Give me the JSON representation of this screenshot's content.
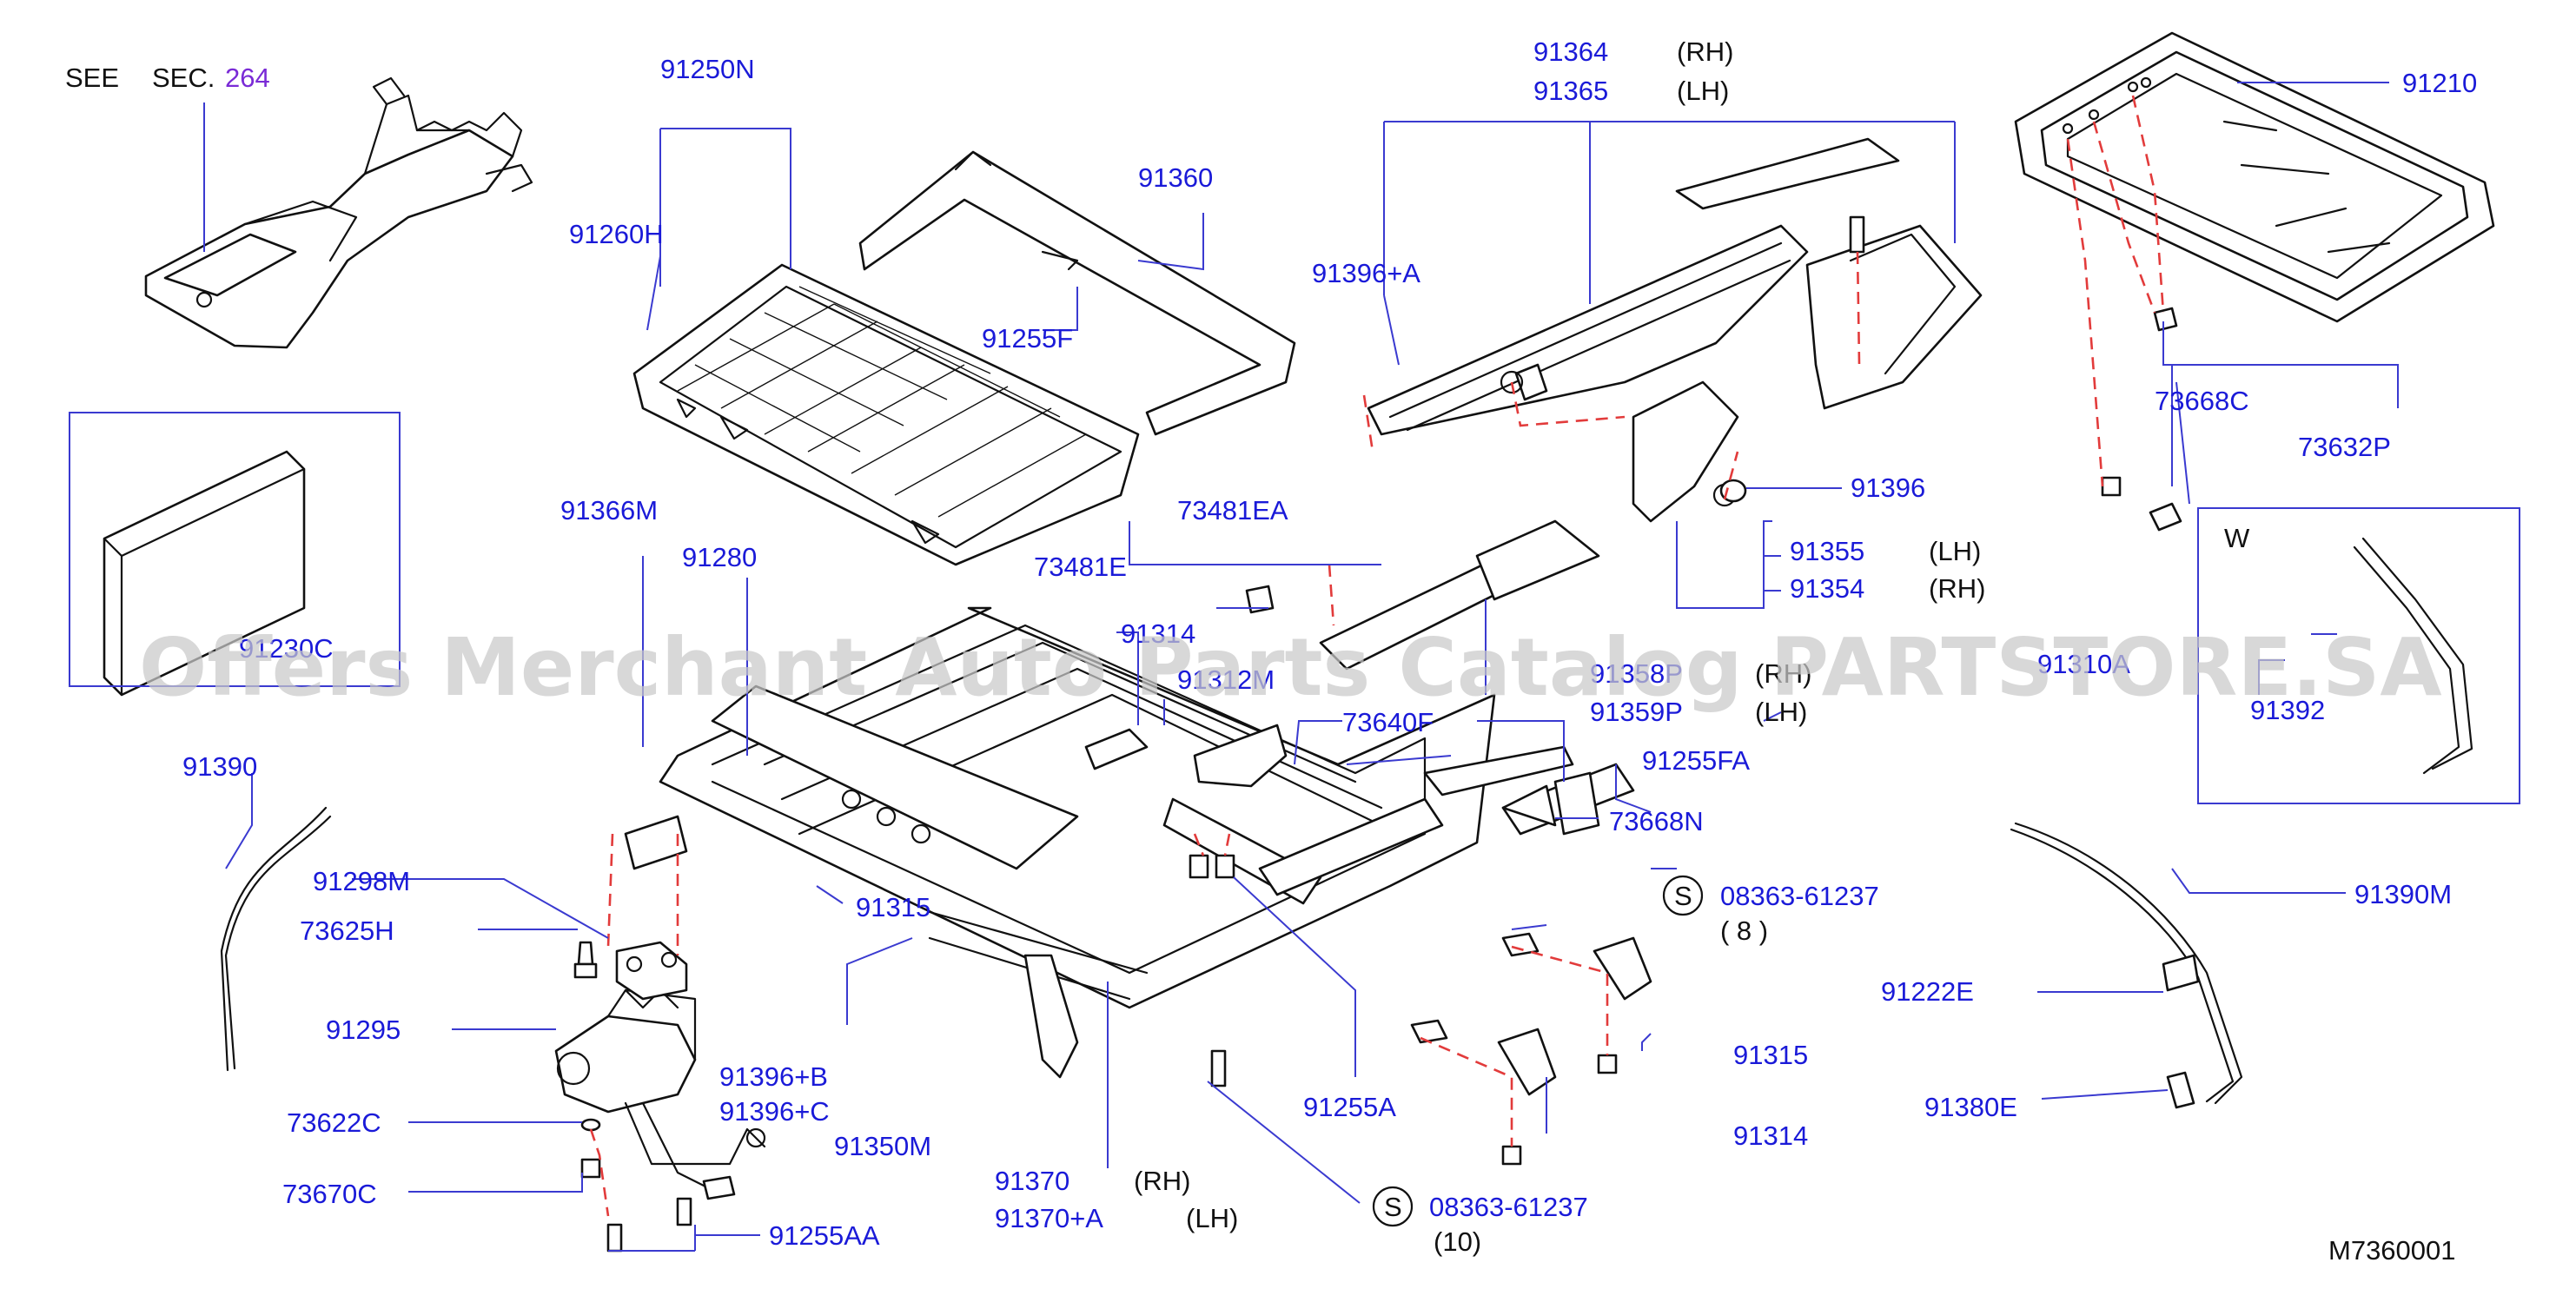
{
  "diagram": {
    "drawing_code": "M7360001",
    "see_section": {
      "see": "SEE",
      "sec": "SEC.",
      "num": "264"
    },
    "watermark": "Offers Merchant Auto Parts Catalog PARTSTORE.SA",
    "w_label": "W",
    "labels": {
      "p91250N": "91250N",
      "p91360": "91360",
      "p91260H": "91260H",
      "p91255F": "91255F",
      "p91364": "91364",
      "p91364_side": "(RH)",
      "p91365": "91365",
      "p91365_side": "(LH)",
      "p91396A": "91396+A",
      "p91210": "91210",
      "p73668C": "73668C",
      "p73632P": "73632P",
      "p91396": "91396",
      "p91355": "91355",
      "p91355_side": "(LH)",
      "p91354": "91354",
      "p91354_side": "(RH)",
      "p91366M": "91366M",
      "p73481EA": "73481EA",
      "p91280": "91280",
      "p73481E": "73481E",
      "p91230C": "91230C",
      "p91314_top": "91314",
      "p91312M": "91312M",
      "p91358P": "91358P",
      "p91358P_side": "(RH)",
      "p91359P": "91359P",
      "p91359P_side": "(LH)",
      "p91310A": "91310A",
      "p91392": "91392",
      "p73640F": "73640F",
      "p91390": "91390",
      "p91255FA": "91255FA",
      "p73668N": "73668N",
      "p91298M": "91298M",
      "p91315_left": "91315",
      "p91390M": "91390M",
      "p08363_a": "08363-61237",
      "p08363_a_qty": "( 8   )",
      "p73625H": "73625H",
      "p91222E": "91222E",
      "p91295": "91295",
      "p91315_right": "91315",
      "p91396BC_1": "91396+B",
      "p91396BC_2": "91396+C",
      "p91255A": "91255A",
      "p91380E": "91380E",
      "p73622C": "73622C",
      "p91314_bottom": "91314",
      "p91350M": "91350M",
      "p91370": "91370",
      "p91370_side": "(RH)",
      "p91370A": "91370+A",
      "p91370A_side": "(LH)",
      "p73670C": "73670C",
      "p08363_b": "08363-61237",
      "p08363_b_qty": "(10)",
      "p91255AA": "91255AA",
      "s_symbol": "S"
    }
  }
}
